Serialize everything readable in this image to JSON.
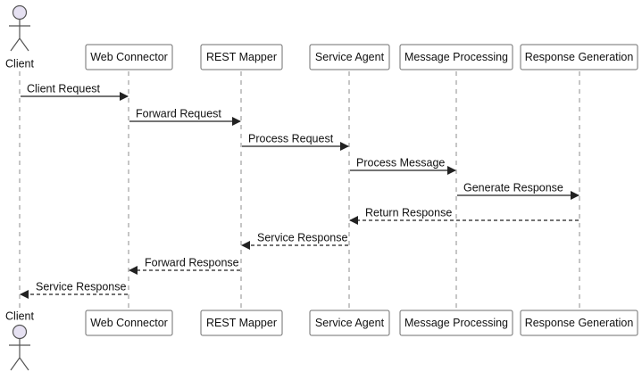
{
  "diagram": {
    "participants": [
      {
        "id": "client",
        "label": "Client",
        "kind": "actor"
      },
      {
        "id": "web-connector",
        "label": "Web Connector",
        "kind": "participant"
      },
      {
        "id": "rest-mapper",
        "label": "REST Mapper",
        "kind": "participant"
      },
      {
        "id": "service-agent",
        "label": "Service Agent",
        "kind": "participant"
      },
      {
        "id": "message-processing",
        "label": "Message Processing",
        "kind": "participant"
      },
      {
        "id": "response-generation",
        "label": "Response Generation",
        "kind": "participant"
      }
    ],
    "messages": [
      {
        "from": "client",
        "to": "web-connector",
        "label": "Client Request",
        "style": "solid"
      },
      {
        "from": "web-connector",
        "to": "rest-mapper",
        "label": "Forward Request",
        "style": "solid"
      },
      {
        "from": "rest-mapper",
        "to": "service-agent",
        "label": "Process Request",
        "style": "solid"
      },
      {
        "from": "service-agent",
        "to": "message-processing",
        "label": "Process Message",
        "style": "solid"
      },
      {
        "from": "message-processing",
        "to": "response-generation",
        "label": "Generate Response",
        "style": "solid"
      },
      {
        "from": "response-generation",
        "to": "service-agent",
        "label": "Return Response",
        "style": "dashed"
      },
      {
        "from": "service-agent",
        "to": "rest-mapper",
        "label": "Service Response",
        "style": "dashed"
      },
      {
        "from": "rest-mapper",
        "to": "web-connector",
        "label": "Forward Response",
        "style": "dashed"
      },
      {
        "from": "web-connector",
        "to": "client",
        "label": "Service Response",
        "style": "dashed"
      }
    ]
  }
}
